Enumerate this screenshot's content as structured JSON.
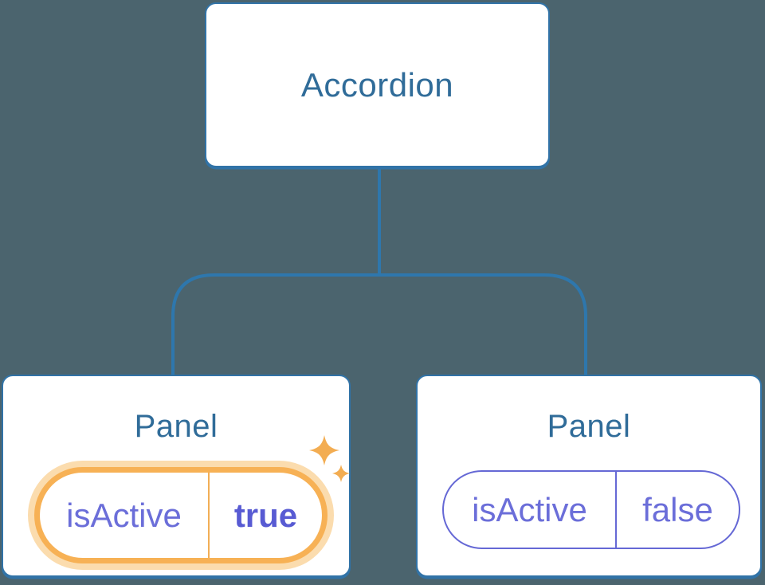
{
  "diagram": {
    "root": {
      "label": "Accordion"
    },
    "panels": [
      {
        "title": "Panel",
        "state_key": "isActive",
        "state_value": "true",
        "highlighted": true,
        "decoration": "sparkles-icon"
      },
      {
        "title": "Panel",
        "state_key": "isActive",
        "state_value": "false",
        "highlighted": false,
        "decoration": null
      }
    ]
  },
  "colors": {
    "background": "#4b646e",
    "node_fill": "#ffffff",
    "node_border": "#3173a7",
    "connector": "#2e77ad",
    "node_label": "#306c99",
    "state_text": "#6b6ed9",
    "state_value_active": "#585bd3",
    "active_ring": "#f7b155",
    "active_glow": "#fbdcae",
    "active_divider": "#f2ae56",
    "inactive_border": "#6568d5",
    "sparkle": "#f3ad52"
  }
}
